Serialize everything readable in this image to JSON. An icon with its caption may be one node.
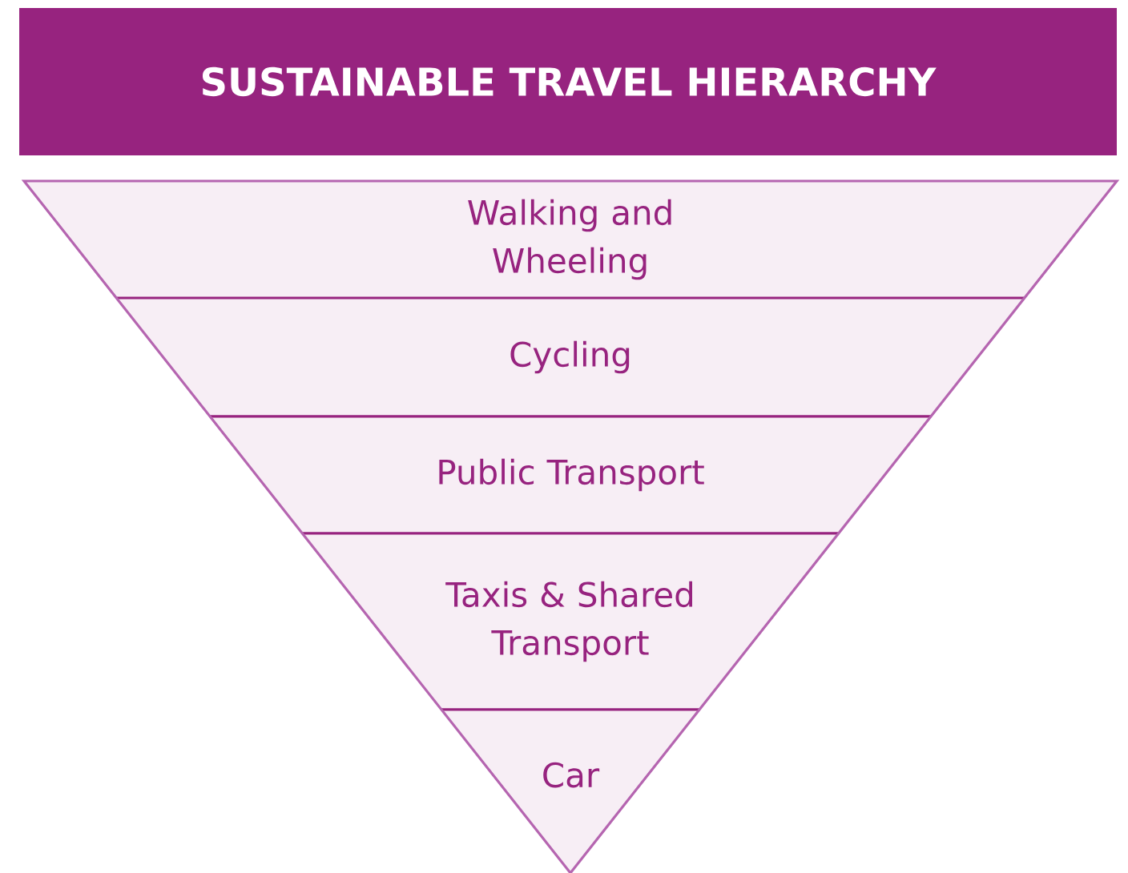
{
  "diagram": {
    "title": "SUSTAINABLE TRAVEL HIERARCHY",
    "nodes": [
      {
        "text": [
          "Walking and Wheeling"
        ]
      },
      {
        "text": [
          "Cycling"
        ]
      },
      {
        "text": [
          "Public Transport"
        ]
      },
      {
        "text": [
          "Taxis & Shared Transport"
        ]
      },
      {
        "text": [
          "Car"
        ]
      }
    ]
  }
}
